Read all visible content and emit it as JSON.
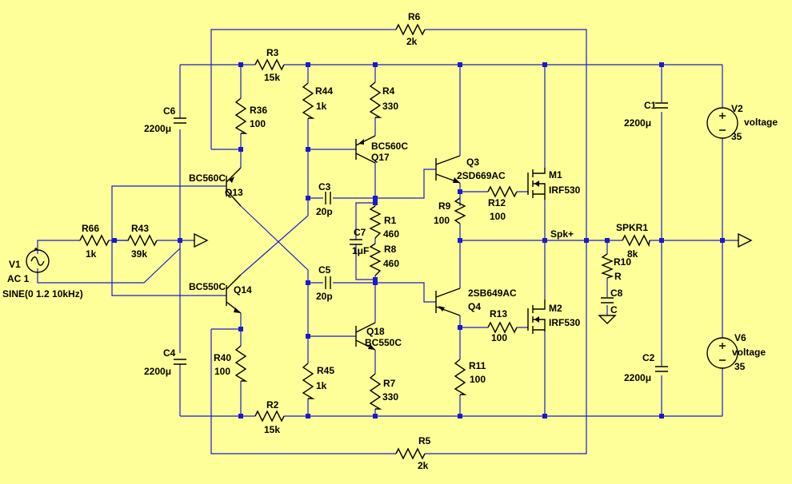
{
  "colors": {
    "background": "#ffff99",
    "wire": "#1a1acc",
    "component": "#000000"
  },
  "labels": {
    "R6": "R6",
    "R6_val": "2k",
    "R3": "R3",
    "R3_val": "15k",
    "C6": "C6",
    "C6_val": "2200μ",
    "R36": "R36",
    "R36_val": "100",
    "R44": "R44",
    "R44_val": "1k",
    "R4": "R4",
    "R4_val": "330",
    "Q17": "Q17",
    "Q17_type": "BC560C",
    "Q13": "Q13",
    "Q13_type": "BC560C",
    "Q3": "Q3",
    "Q3_type": "2SD669AC",
    "M1": "M1",
    "M1_type": "IRF530",
    "C1": "C1",
    "C1_val": "2200μ",
    "V2": "V2",
    "V2_label": "voltage",
    "V2_val": "35",
    "C3": "C3",
    "C3_val": "20p",
    "R9": "R9",
    "R9_val": "100",
    "R12": "R12",
    "R12_val": "100",
    "R1": "R1",
    "R1_val": "460",
    "C7": "C7",
    "C7_val": "1μF",
    "R8": "R8",
    "R8_val": "460",
    "Spk": "Spk+",
    "SPKR1": "SPKR1",
    "SPKR1_val": "8k",
    "R10": "R10",
    "R10_val": "R",
    "C8": "C8",
    "C8_val": "C",
    "R66": "R66",
    "R66_val": "1k",
    "R43": "R43",
    "R43_val": "39k",
    "V1": "V1",
    "V1_ac": "AC 1",
    "V1_sine": "SINE(0 1.2 10kHz)",
    "Q14": "Q14",
    "Q14_type": "BC550C",
    "C5": "C5",
    "C5_val": "20p",
    "Q4": "Q4",
    "Q4_type": "2SB649AC",
    "M2": "M2",
    "M2_type": "IRF530",
    "R13": "R13",
    "R13_val": "100",
    "Q18": "Q18",
    "Q18_type": "BC550C",
    "C4": "C4",
    "C4_val": "2200μ",
    "R40": "R40",
    "R40_val": "100",
    "R45": "R45",
    "R45_val": "1k",
    "R7": "R7",
    "R7_val": "330",
    "R11": "R11",
    "R11_val": "100",
    "C2": "C2",
    "C2_val": "2200μ",
    "V6": "V6",
    "V6_label": "voltage",
    "V6_val": "35",
    "R2": "R2",
    "R2_val": "15k",
    "R5": "R5",
    "R5_val": "2k"
  }
}
